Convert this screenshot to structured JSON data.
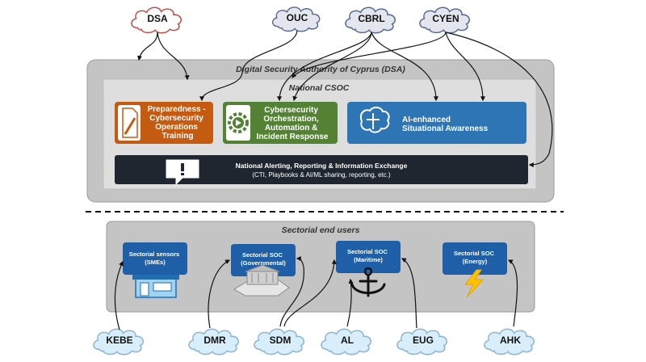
{
  "clouds_top": [
    {
      "id": "dsa",
      "label": "DSA",
      "color": "#c0504d"
    },
    {
      "id": "ouc",
      "label": "OUC",
      "color": "#5b6c8f"
    },
    {
      "id": "cbrl",
      "label": "CBRL",
      "color": "#5b6c8f"
    },
    {
      "id": "cyen",
      "label": "CYEN",
      "color": "#5b6c8f"
    }
  ],
  "clouds_bottom": [
    {
      "id": "kebe",
      "label": "KEBE"
    },
    {
      "id": "dmr",
      "label": "DMR"
    },
    {
      "id": "sdm",
      "label": "SDM"
    },
    {
      "id": "al",
      "label": "AL"
    },
    {
      "id": "eug",
      "label": "EUG"
    },
    {
      "id": "ahk",
      "label": "AHK"
    }
  ],
  "authority": {
    "title": "Digital Security Authority of Cyprus (DSA)",
    "csoc_title": "National CSOC"
  },
  "capabilities": [
    {
      "id": "training",
      "lines": [
        "Preparedness -",
        "Cybersecurity",
        "Operations",
        "Training"
      ],
      "color": "#c55a11",
      "icon": "pencil-document-icon"
    },
    {
      "id": "soar",
      "lines": [
        "Cybersecurity",
        "Orchestration,",
        "Automation &",
        "Incident Response"
      ],
      "color": "#548235",
      "icon": "play-gear-icon"
    },
    {
      "id": "ai",
      "lines": [
        "AI-enhanced",
        "Situational Awareness"
      ],
      "color": "#2e75b6",
      "icon": "brain-icon"
    }
  ],
  "alerting": {
    "line1": "National Alerting, Reporting & Information Exchange",
    "line2": "(CTI, Playbooks & AI/ML sharing, reporting, etc.)",
    "icon": "alert-bubble-icon"
  },
  "sectorial": {
    "title": "Sectorial end users",
    "units": [
      {
        "id": "sensors",
        "lines": [
          "Sectorial sensors",
          "(SMEs)"
        ],
        "icon": "shop-icon"
      },
      {
        "id": "gov",
        "lines": [
          "Sectorial SOC",
          "(Governmental)"
        ],
        "icon": "government-building-icon"
      },
      {
        "id": "maritime",
        "lines": [
          "Sectorial SOC",
          "(Maritime)"
        ],
        "icon": "anchor-icon"
      },
      {
        "id": "energy",
        "lines": [
          "Sectorial SOC",
          "(Energy)"
        ],
        "icon": "lightning-icon"
      }
    ]
  },
  "colors": {
    "region_gray": "#bfbfbf",
    "csoc_panel": "#dcdcdc",
    "dark_bar": "#1f2630",
    "soc_blue": "#1f5fa8",
    "cloud_blue_fill": "#d9eefb",
    "cloud_blue_stroke": "#8fb6cf"
  }
}
